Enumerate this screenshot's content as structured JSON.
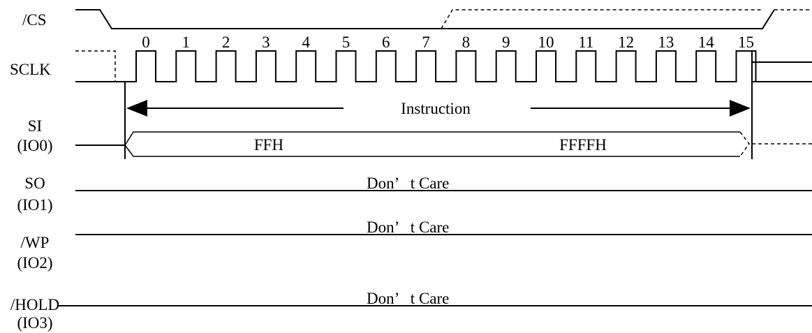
{
  "signals": {
    "cs": "/CS",
    "sclk": "SCLK",
    "si": "SI",
    "si_io": "(IO0)",
    "so": "SO",
    "so_io": "(IO1)",
    "wp": "/WP",
    "wp_io": "(IO2)",
    "hold": "/HOLD",
    "hold_io": "(IO3)"
  },
  "clock_numbers": [
    "0",
    "1",
    "2",
    "3",
    "4",
    "5",
    "6",
    "7",
    "8",
    "9",
    "10",
    "11",
    "12",
    "13",
    "14",
    "15"
  ],
  "instruction_label": "Instruction",
  "si_data": {
    "first": "FFH",
    "second": "FFFFH"
  },
  "dont_care": {
    "so": "Don’   t Care",
    "wp": "Don’   t Care",
    "hold": "Don’   t Care"
  }
}
